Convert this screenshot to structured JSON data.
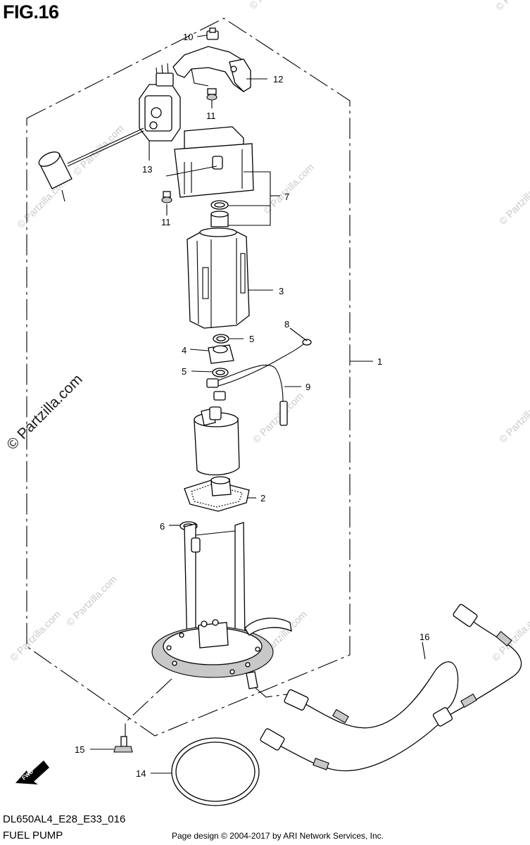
{
  "figure": {
    "title": "FIG.16",
    "model_code": "DL650AL4_E28_E33_016",
    "section_name": "FUEL PUMP",
    "page_credit": "Page design © 2004-2017 by ARI Network Services, Inc.",
    "watermark_main": "© Partzilla.com",
    "watermark_small": "© Partzilla.com",
    "fwd_label": "FWD"
  },
  "callouts": {
    "c1": "1",
    "c2": "2",
    "c3": "3",
    "c4": "4",
    "c5a": "5",
    "c5b": "5",
    "c6": "6",
    "c7": "7",
    "c8": "8",
    "c9": "9",
    "c10": "10",
    "c11a": "11",
    "c11b": "11",
    "c12": "12",
    "c13": "13",
    "c14": "14",
    "c15": "15",
    "c16": "16"
  }
}
